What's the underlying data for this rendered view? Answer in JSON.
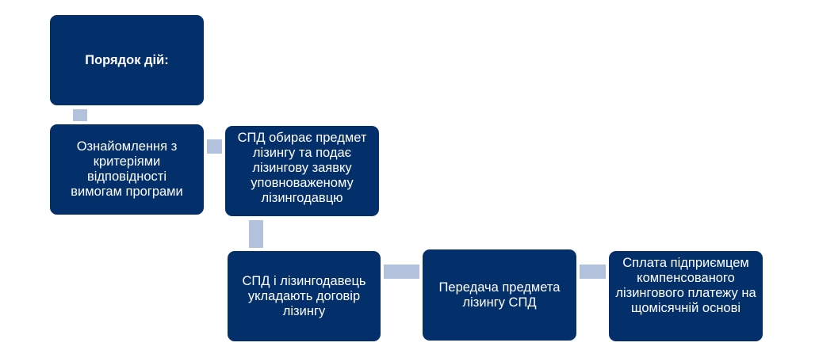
{
  "colors": {
    "box": "#03306a",
    "connector": "#b2c2dd",
    "text": "#ffffff"
  },
  "steps": [
    {
      "text": "Порядок дій:"
    },
    {
      "text": "Ознайомлення з критеріями відповідності вимогам програми"
    },
    {
      "text": "СПД обирає предмет лізингу та подає лізингову заявку уповноваженому лізингодавцю"
    },
    {
      "text": "СПД і лізингодавець укладають договір лізингу"
    },
    {
      "text": "Передача предмета лізингу СПД"
    },
    {
      "text": "Сплата підприємцем компенсованого лізингового платежу на щомісячній основі"
    }
  ]
}
